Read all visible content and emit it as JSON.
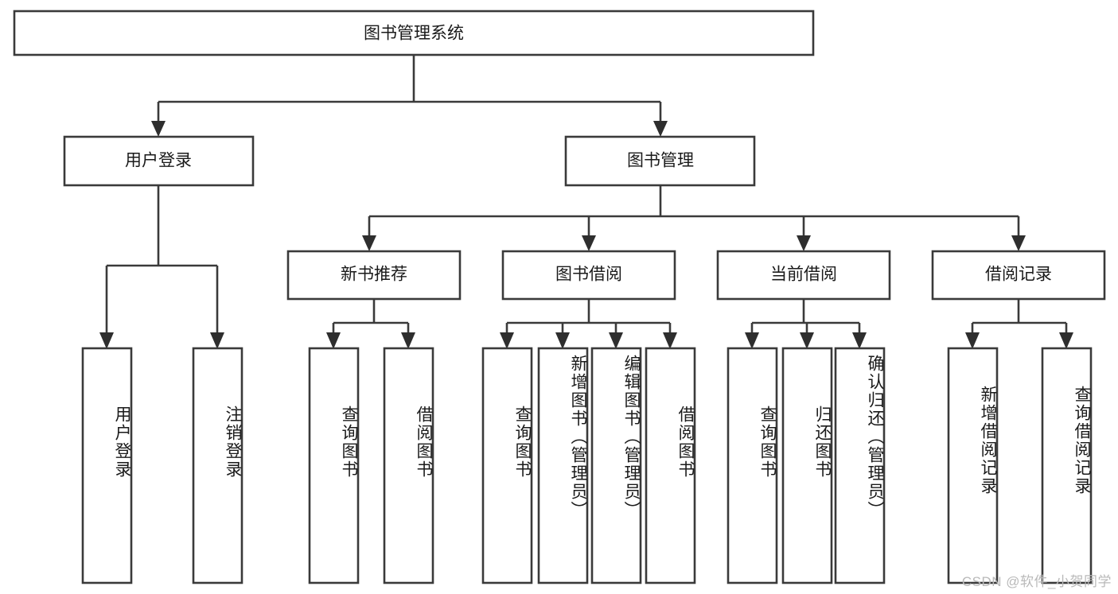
{
  "diagram": {
    "title": "图书管理系统",
    "type": "tree",
    "watermark": "CSDN @软件_小贺同学",
    "levels": {
      "root": "图书管理系统",
      "level2": [
        "用户登录",
        "图书管理"
      ],
      "level3": [
        "新书推荐",
        "图书借阅",
        "当前借阅",
        "借阅记录"
      ]
    },
    "nodes": {
      "root": {
        "label": "图书管理系统"
      },
      "user_login": {
        "label": "用户登录"
      },
      "book_manage": {
        "label": "图书管理"
      },
      "new_book_rec": {
        "label": "新书推荐"
      },
      "book_borrow": {
        "label": "图书借阅"
      },
      "current_borrow": {
        "label": "当前借阅"
      },
      "borrow_record": {
        "label": "借阅记录"
      }
    },
    "leaves": [
      {
        "id": "leaf-user-login",
        "parent": "用户登录",
        "label": "用户登录"
      },
      {
        "id": "leaf-logout-login",
        "parent": "用户登录",
        "label": "注销登录"
      },
      {
        "id": "leaf-query-book-1",
        "parent": "新书推荐",
        "label": "查询图书"
      },
      {
        "id": "leaf-borrow-book-1",
        "parent": "新书推荐",
        "label": "借阅图书"
      },
      {
        "id": "leaf-query-book-2",
        "parent": "图书借阅",
        "label": "查询图书"
      },
      {
        "id": "leaf-add-book-admin",
        "parent": "图书借阅",
        "label": "新增图书（管理员）"
      },
      {
        "id": "leaf-edit-book-admin",
        "parent": "图书借阅",
        "label": "编辑图书（管理员）"
      },
      {
        "id": "leaf-borrow-book-2",
        "parent": "图书借阅",
        "label": "借阅图书"
      },
      {
        "id": "leaf-query-book-3",
        "parent": "当前借阅",
        "label": "查询图书"
      },
      {
        "id": "leaf-return-book",
        "parent": "当前借阅",
        "label": "归还图书"
      },
      {
        "id": "leaf-confirm-return-admin",
        "parent": "当前借阅",
        "label": "确认归还（管理员）"
      },
      {
        "id": "leaf-add-borrow-record",
        "parent": "借阅记录",
        "label": "新增借阅记录"
      },
      {
        "id": "leaf-query-borrow-record",
        "parent": "借阅记录",
        "label": "查询借阅记录"
      }
    ],
    "colors": {
      "box_stroke": "#3a3a3a",
      "box_fill": "#ffffff",
      "text": "#1a1a1a",
      "connector": "#3a3a3a",
      "watermark": "#b9b9b9",
      "background": "#ffffff"
    }
  }
}
